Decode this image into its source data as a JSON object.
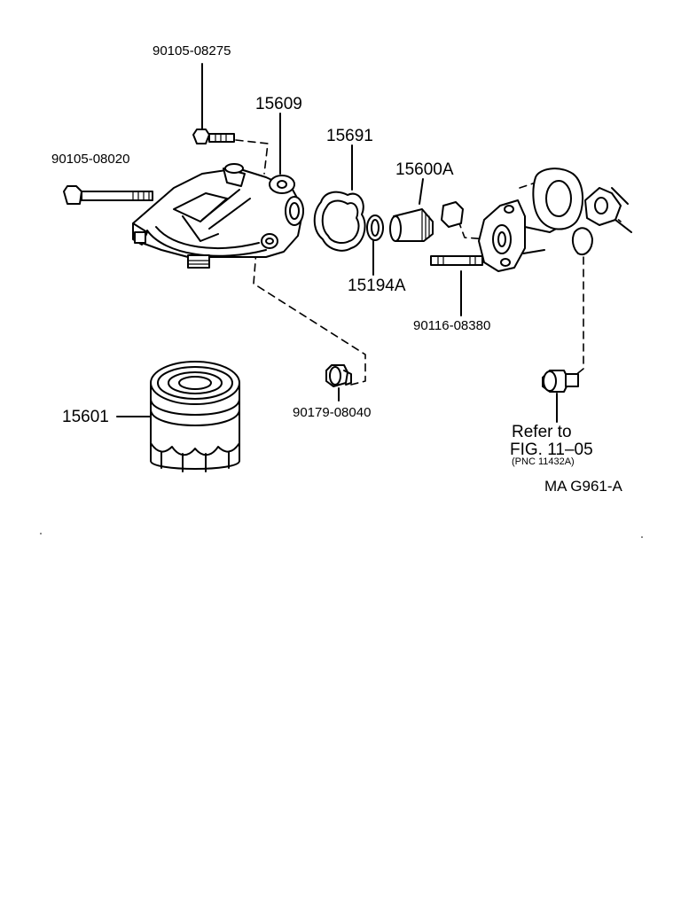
{
  "diagram": {
    "parts": [
      {
        "id": "bolt-top",
        "number": "90105-08275"
      },
      {
        "id": "housing",
        "number": "15609"
      },
      {
        "id": "gasket",
        "number": "15691"
      },
      {
        "id": "bolt-long",
        "number": "90105-08020"
      },
      {
        "id": "union",
        "number": "15600A"
      },
      {
        "id": "oring",
        "number": "15194A"
      },
      {
        "id": "stud",
        "number": "90116-08380"
      },
      {
        "id": "plug",
        "number": "90179-08040"
      },
      {
        "id": "filter",
        "number": "15601"
      }
    ],
    "reference": {
      "line1": "Refer to",
      "line2": "FIG. 11–05",
      "line3": "(PNC 11432A)"
    },
    "figure_code": "MA G961-A"
  }
}
